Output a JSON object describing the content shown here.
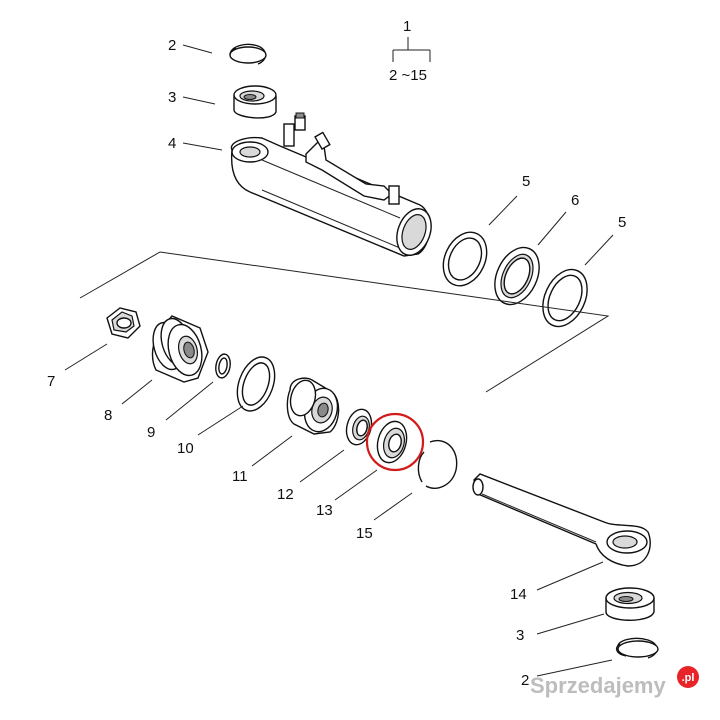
{
  "assembly": {
    "top_number": "1",
    "range_text": "2 ~15"
  },
  "callouts": {
    "c2_top": "2",
    "c3_top": "3",
    "c4": "4",
    "c5_left": "5",
    "c6": "6",
    "c5_right": "5",
    "c7": "7",
    "c8": "8",
    "c9": "9",
    "c10": "10",
    "c11": "11",
    "c12": "12",
    "c13": "13",
    "c15": "15",
    "c14": "14",
    "c3_bottom": "3",
    "c2_bottom": "2"
  },
  "highlight": {
    "part": "13",
    "color": "#d11a1a"
  },
  "watermark": {
    "text": "Sprzedajemy",
    "suffix": ".pl",
    "badge_color": "#e8232a"
  }
}
